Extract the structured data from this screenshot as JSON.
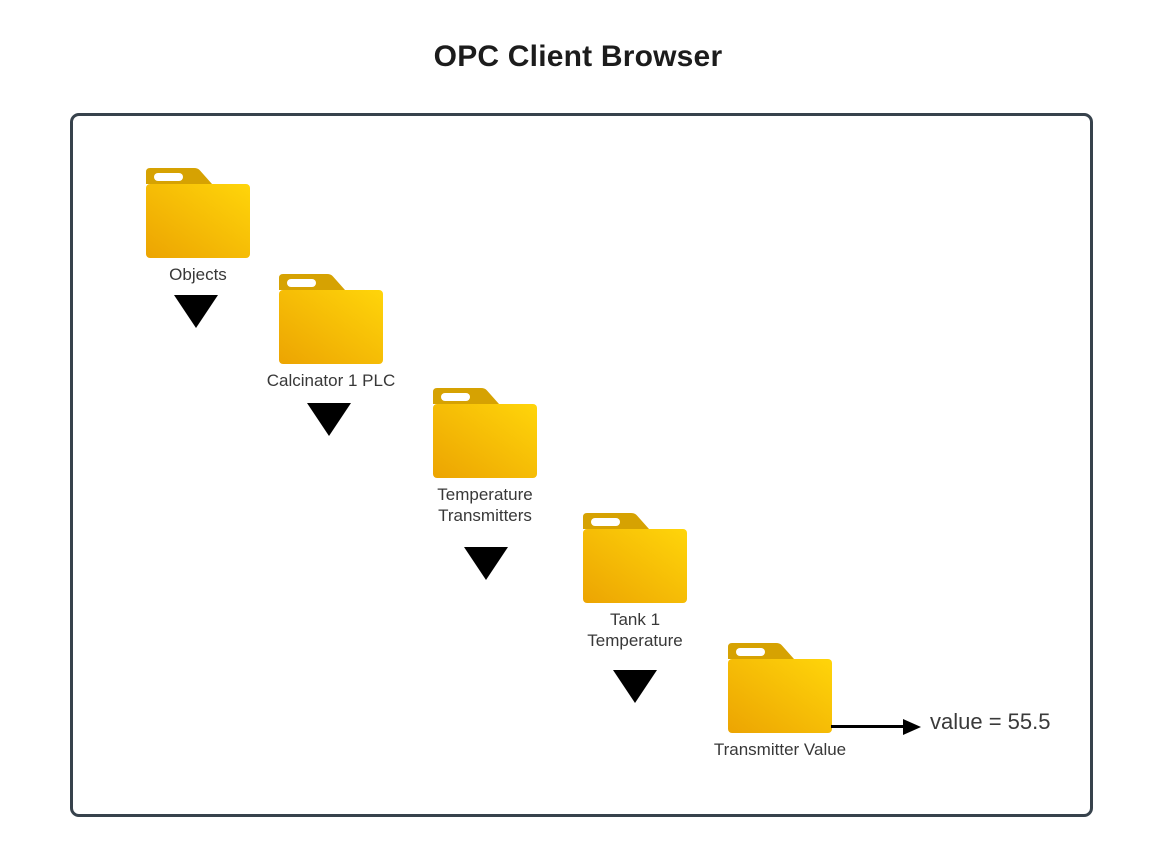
{
  "title": "OPC Client Browser",
  "tree": {
    "nodes": [
      {
        "label": "Objects"
      },
      {
        "label": "Calcinator 1 PLC"
      },
      {
        "label": "Temperature\nTransmitters"
      },
      {
        "label": "Tank 1\nTemperature"
      },
      {
        "label": "Transmitter Value"
      }
    ]
  },
  "value_annotation": {
    "text": "value = 55.5"
  },
  "icons": {
    "node_icon": "folder-icon",
    "expand_icon": "triangle-down-icon",
    "pointer_icon": "arrow-right-icon"
  },
  "colors": {
    "folder_tab": "#d6a202",
    "folder_body_start": "#eca402",
    "folder_body_end": "#ffd50a",
    "frame_border": "#37424c",
    "arrow_black": "#000000",
    "label_text": "#383838"
  }
}
